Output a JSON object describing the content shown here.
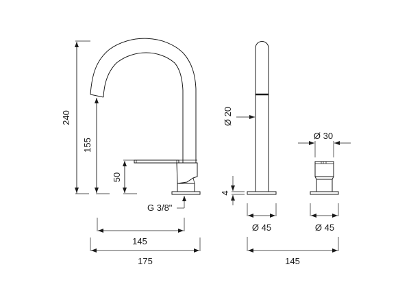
{
  "drawing": {
    "title": "Three-hole basin mixer technical drawing",
    "line_color": "#1a1a1a",
    "background": "#ffffff",
    "views": {
      "spout": {
        "dimensions": {
          "total_height": "240",
          "spout_outlet_height": "155",
          "lever_height": "50",
          "connection": "G 3/8\"",
          "spout_reach": "145",
          "overall_length": "175"
        }
      },
      "spray": {
        "dimensions": {
          "diameter": "Ø 20",
          "base_thickness": "4",
          "base_diameter": "Ø 45"
        }
      },
      "handle": {
        "dimensions": {
          "diameter": "Ø 30",
          "base_diameter": "Ø 45"
        }
      },
      "spacing": {
        "distance": "145"
      }
    }
  }
}
